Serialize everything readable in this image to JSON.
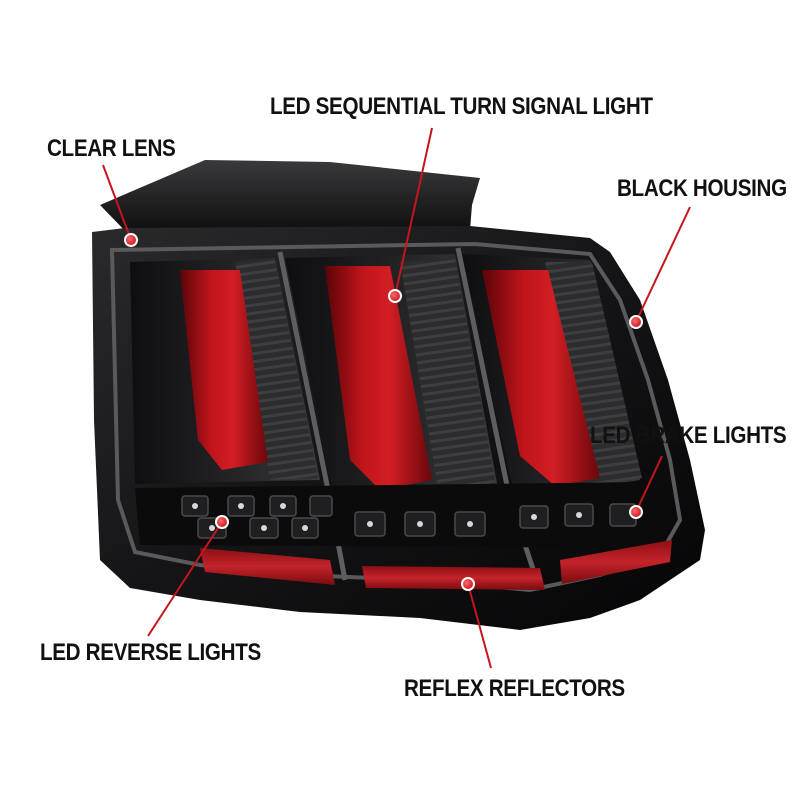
{
  "diagram": {
    "accent_color": "#c4161c",
    "callouts": [
      {
        "id": "clear-lens",
        "label": "CLEAR LENS"
      },
      {
        "id": "turn-signal",
        "label": "LED SEQUENTIAL TURN SIGNAL LIGHT"
      },
      {
        "id": "black-housing",
        "label": "BLACK HOUSING"
      },
      {
        "id": "brake-lights",
        "label": "LED BRAKE LIGHTS"
      },
      {
        "id": "reverse-lights",
        "label": "LED REVERSE LIGHTS"
      },
      {
        "id": "reflex-reflectors",
        "label": "REFLEX REFLECTORS"
      }
    ]
  }
}
